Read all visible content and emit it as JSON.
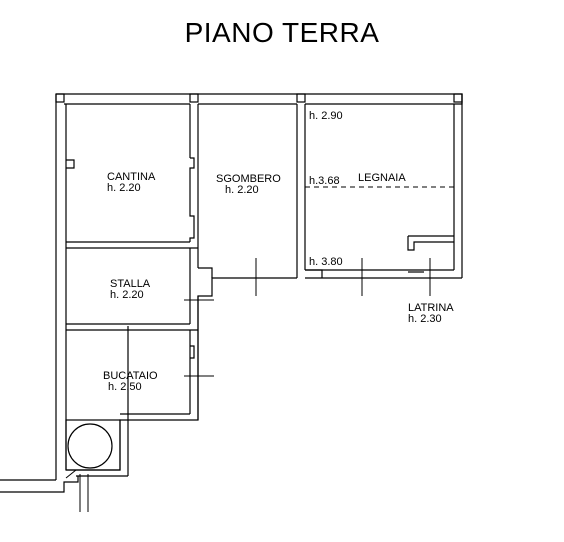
{
  "title": "PIANO TERRA",
  "rooms": [
    {
      "name": "CANTINA",
      "height": "h. 2.20"
    },
    {
      "name": "SGOMBERO",
      "height": "h. 2.20"
    },
    {
      "name": "LEGNAIA",
      "height": ""
    },
    {
      "name": "STALLA",
      "height": "h. 2.20"
    },
    {
      "name": "BUCATAIO",
      "height": "h. 2.50"
    },
    {
      "name": "LATRINA",
      "height": "h. 2.30"
    }
  ],
  "height_marks": [
    "h. 2.90",
    "h.3.68",
    "h. 3.80"
  ]
}
